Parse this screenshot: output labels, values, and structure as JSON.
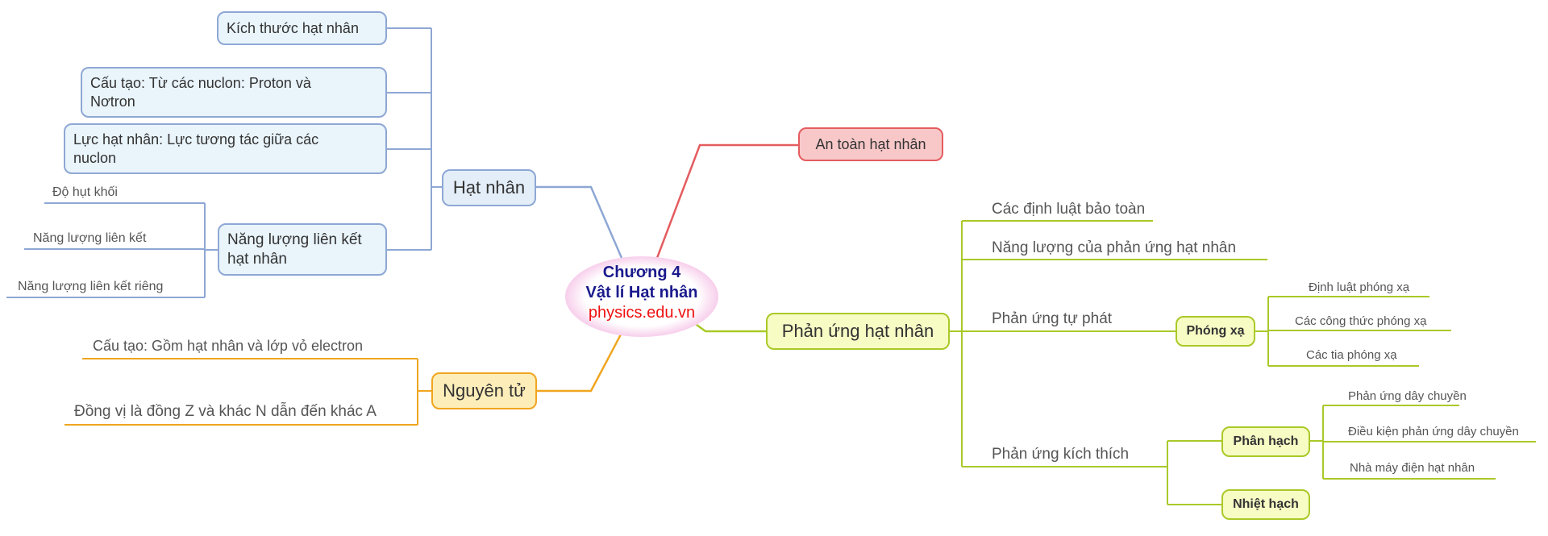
{
  "map": {
    "center": {
      "line1": "Chương 4",
      "line2": "Vật lí Hạt nhân",
      "site": "physics.edu.vn"
    },
    "hat_nhan": {
      "label": "Hạt nhân",
      "kich_thuoc": "Kích thước hạt nhân",
      "cau_tao_1": "Cấu tạo: Từ các nuclon: Proton và",
      "cau_tao_2": "Nơtron",
      "luc_1": "Lực hạt nhân: Lực tương tác giữa các",
      "luc_2": "nuclon",
      "nang_luong_1": "Năng lượng liên kết",
      "nang_luong_2": "hạt nhân",
      "do_hut_khoi": "Độ hụt khối",
      "nang_luong_lien_ket": "Năng lượng liên kết",
      "nang_luong_lien_ket_rieng": "Năng lượng liên kết riêng"
    },
    "nguyen_tu": {
      "label": "Nguyên tử",
      "cau_tao": "Cấu tạo: Gồm hạt nhân và lớp vỏ electron",
      "dong_vi": "Đồng vị là đồng Z và khác N dẫn đến khác A"
    },
    "an_toan": {
      "label": "An toàn hạt nhân"
    },
    "phan_ung": {
      "label": "Phản ứng hạt nhân",
      "dinh_luat_bao_toan": "Các định luật bảo toàn",
      "nang_luong": "Năng lượng của phản ứng hạt nhân",
      "tu_phat": "Phản ứng tự phát",
      "phong_xa": "Phóng xạ",
      "dinh_luat_phong_xa": "Định luật phóng xạ",
      "cong_thuc_phong_xa": "Các công thức phóng xạ",
      "tia_phong_xa": "Các tia phóng xạ",
      "kich_thich": "Phản ứng kích thích",
      "phan_hach": "Phân hạch",
      "day_chuyen": "Phản ứng dây chuyền",
      "dieu_kien": "Điều kiện phản ứng dây chuyền",
      "nha_may": "Nhà máy điện hạt nhân",
      "nhiet_hach": "Nhiệt hạch"
    }
  },
  "colors": {
    "blue": "#8ea7d4",
    "green": "#a9c928",
    "orange": "#f0a51f",
    "red": "#e45c5f",
    "center_text": "#1a1a8c",
    "site_text": "#ee1111"
  }
}
